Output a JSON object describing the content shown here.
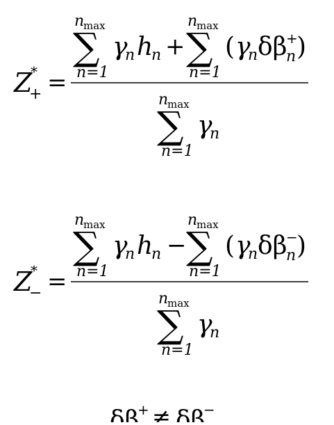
{
  "equations": [
    {
      "lhs": {
        "base": "Z",
        "sup": "*",
        "sub": "+"
      },
      "relation": "=",
      "numerator": {
        "sum1": {
          "upper": "n",
          "upper_sub": "max",
          "lower": "n=1"
        },
        "term1": {
          "gamma": "γ",
          "gamma_sub": "n",
          "h": "h",
          "h_sub": "n"
        },
        "operator": "+",
        "sum2": {
          "upper": "n",
          "upper_sub": "max",
          "lower": "n=1"
        },
        "term2": {
          "open": "(",
          "gamma": "γ",
          "gamma_sub": "n",
          "delta_beta": "δβ",
          "db_sup": "+",
          "db_sub": "n",
          "close": ")"
        }
      },
      "denominator": {
        "sum": {
          "upper": "n",
          "upper_sub": "max",
          "lower": "n=1"
        },
        "gamma": "γ",
        "gamma_sub": "n"
      }
    },
    {
      "lhs": {
        "base": "Z",
        "sup": "*",
        "sub": "−"
      },
      "relation": "=",
      "numerator": {
        "sum1": {
          "upper": "n",
          "upper_sub": "max",
          "lower": "n=1"
        },
        "term1": {
          "gamma": "γ",
          "gamma_sub": "n",
          "h": "h",
          "h_sub": "n"
        },
        "operator": "−",
        "sum2": {
          "upper": "n",
          "upper_sub": "max",
          "lower": "n=1"
        },
        "term2": {
          "open": "(",
          "gamma": "γ",
          "gamma_sub": "n",
          "delta_beta": "δβ",
          "db_sup": "−",
          "db_sub": "n",
          "close": ")"
        }
      },
      "denominator": {
        "sum": {
          "upper": "n",
          "upper_sub": "max",
          "lower": "n=1"
        },
        "gamma": "γ",
        "gamma_sub": "n"
      }
    }
  ],
  "inequality": {
    "left": "δβ",
    "left_sup": "+",
    "relation": "≠",
    "right": "δβ",
    "right_sup": "−"
  },
  "summation_symbol": "∑"
}
